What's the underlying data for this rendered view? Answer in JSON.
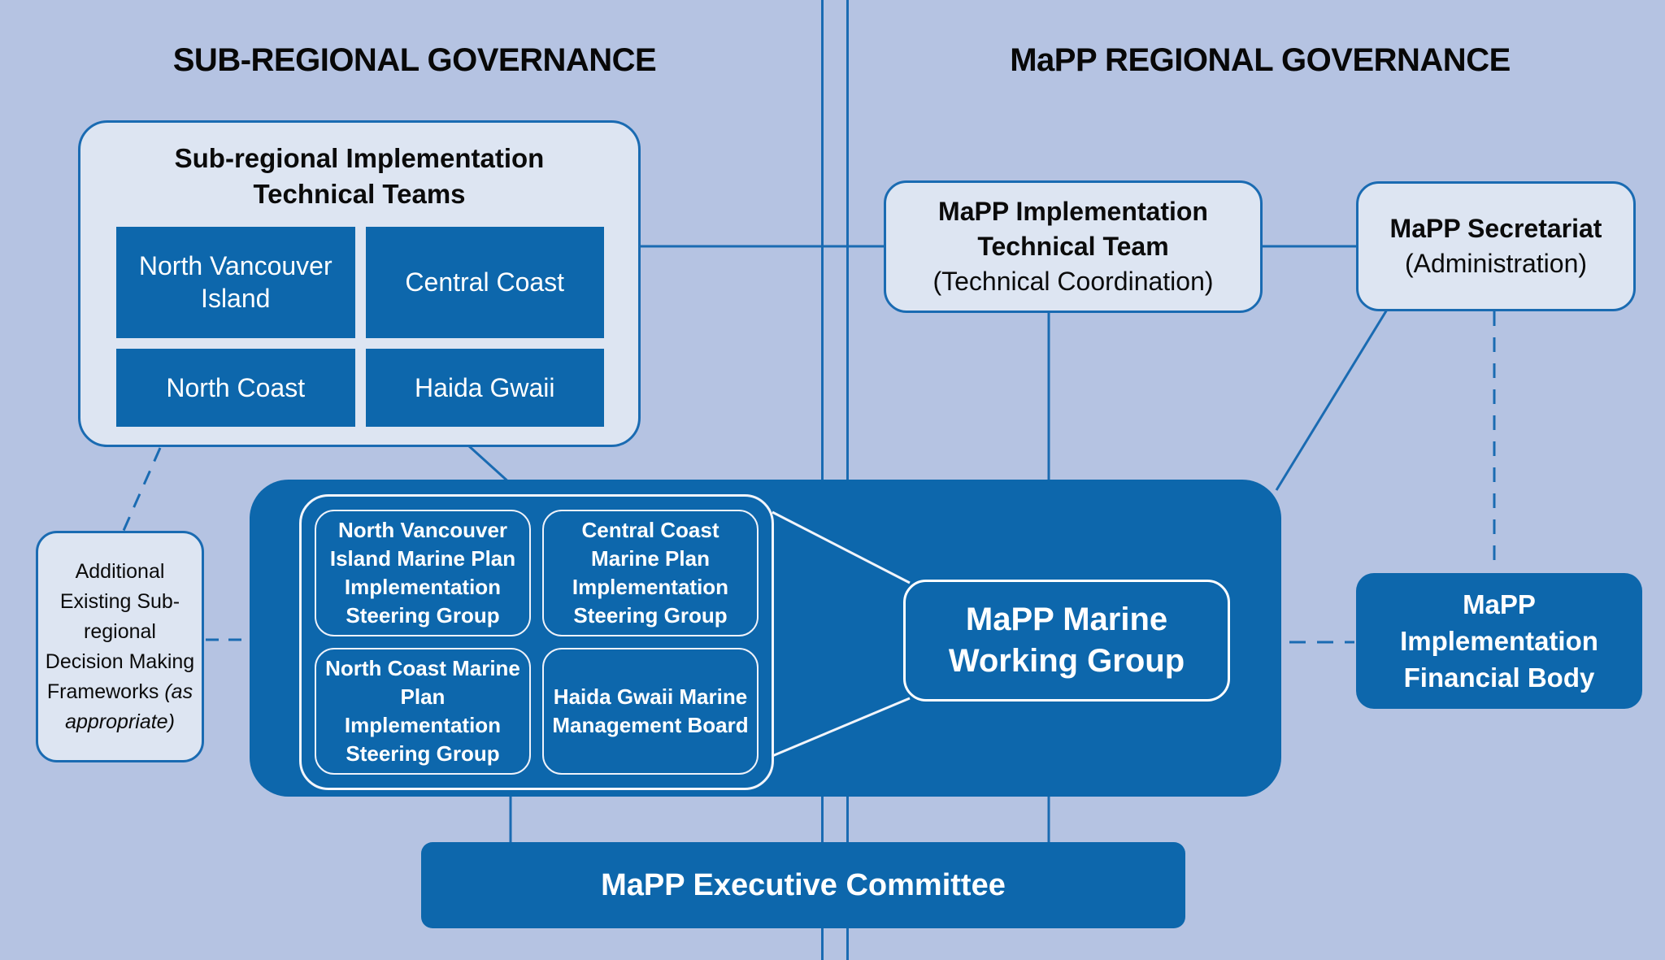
{
  "colors": {
    "background": "#b5c3e2",
    "light_box_fill": "#dde5f2",
    "dark_box_fill": "#0d67ac",
    "connector_line": "#1a6bb2",
    "inner_outline_white": "#ffffff",
    "text_dark": "#080808",
    "text_white": "#ffffff"
  },
  "headings": {
    "left": "SUB-REGIONAL GOVERNANCE",
    "right": "MaPP REGIONAL GOVERNANCE"
  },
  "sub_regional_teams": {
    "title": "Sub-regional Implementation Technical Teams",
    "teams": [
      "North Vancouver Island",
      "Central Coast",
      "North Coast",
      "Haida Gwaii"
    ]
  },
  "technical_team": {
    "title": "MaPP Implementation Technical Team",
    "subtitle": "(Technical Coordination)"
  },
  "secretariat": {
    "title": "MaPP Secretariat",
    "subtitle": "(Administration)"
  },
  "additional_frameworks": {
    "text": "Additional Existing Sub-regional Decision Making Frameworks ",
    "italic_suffix": "(as appropriate)"
  },
  "steering_groups": [
    "North Vancouver Island Marine Plan Implementation Steering Group",
    "Central Coast Marine Plan Implementation Steering Group",
    "North Coast Marine Plan Implementation Steering Group",
    "Haida Gwaii Marine Management Board"
  ],
  "working_group": "MaPP Marine Working Group",
  "financial_body": "MaPP Implementation Financial Body",
  "executive_committee": "MaPP Executive Committee"
}
